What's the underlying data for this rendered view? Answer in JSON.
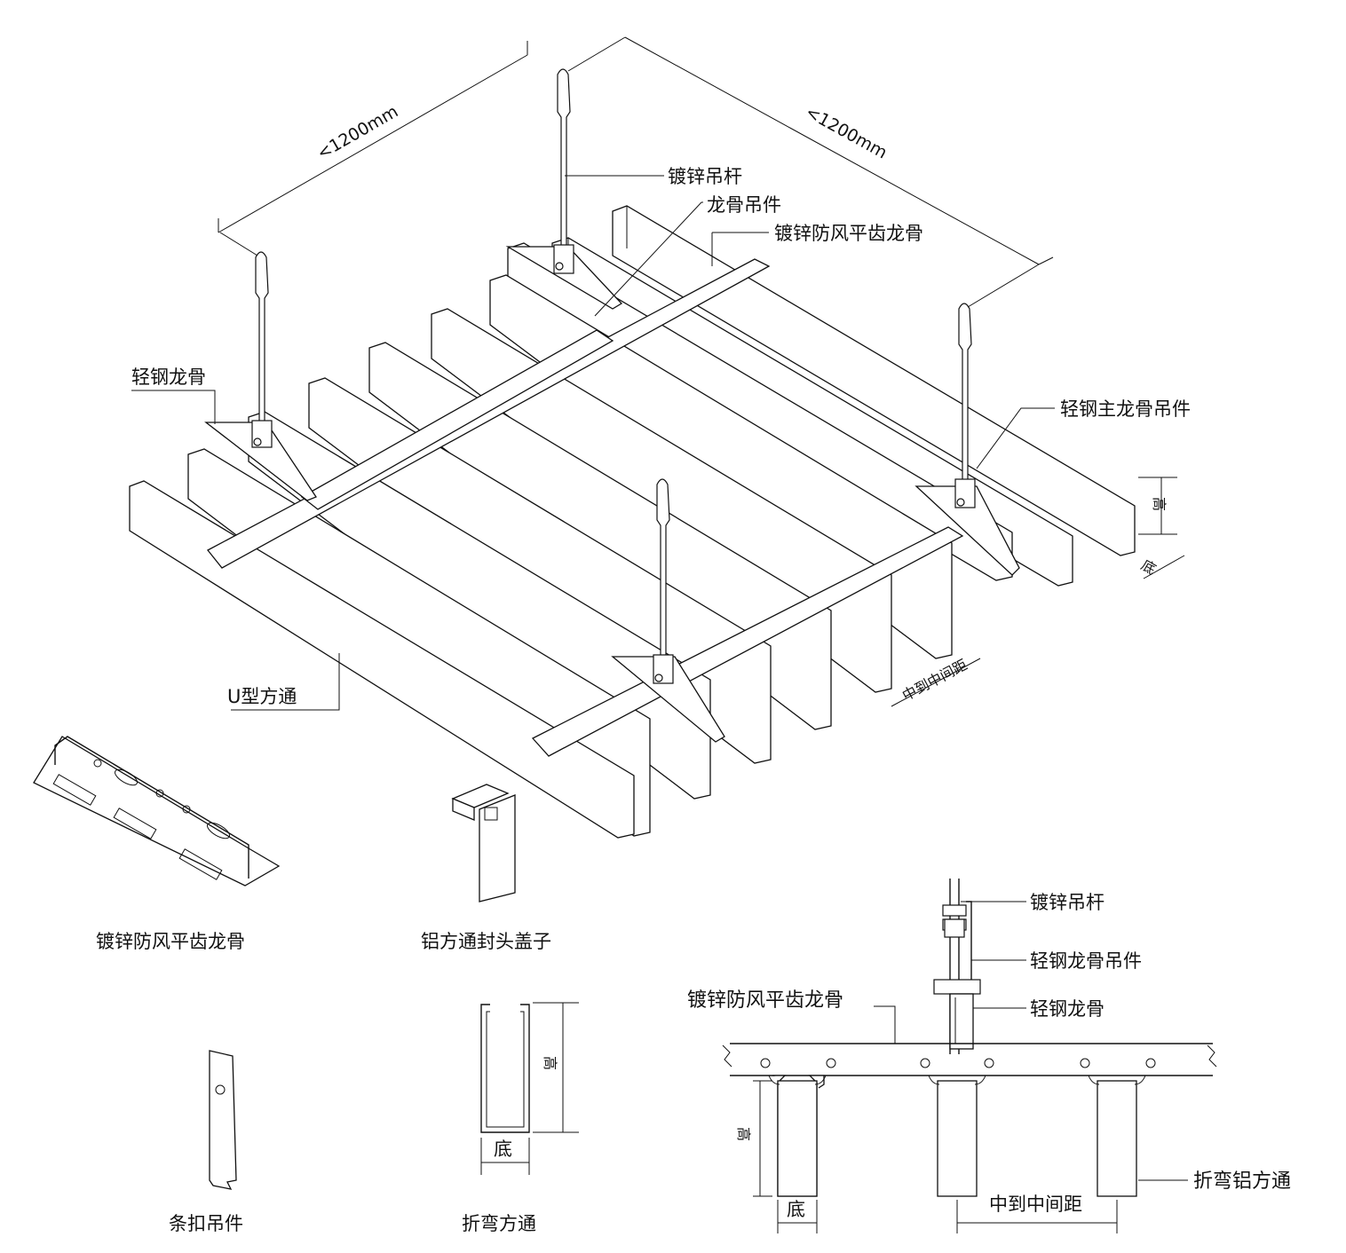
{
  "iso": {
    "dim_left": "<1200mm",
    "dim_right": "<1200mm",
    "label_rod": "镀锌吊杆",
    "label_keel_hanger": "龙骨吊件",
    "label_windproof_keel": "镀锌防风平齿龙骨",
    "label_light_steel": "轻钢龙骨",
    "label_main_hanger": "轻钢主龙骨吊件",
    "label_u_tube": "U型方通",
    "label_height": "高",
    "label_bottom": "底",
    "label_spacing": "中到中间距"
  },
  "parts": {
    "windproof_keel": "镀锌防风平齿龙骨",
    "end_cap": "铝方通封头盖子",
    "clip_hanger": "条扣吊件",
    "bent_tube": "折弯方通",
    "bent_height": "高",
    "bent_bottom": "底"
  },
  "section": {
    "rod": "镀锌吊杆",
    "keel_hanger": "轻钢龙骨吊件",
    "light_keel": "轻钢龙骨",
    "windproof_keel": "镀锌防风平齿龙骨",
    "bent_tube": "折弯铝方通",
    "height": "高",
    "bottom": "底",
    "spacing": "中到中间距"
  }
}
